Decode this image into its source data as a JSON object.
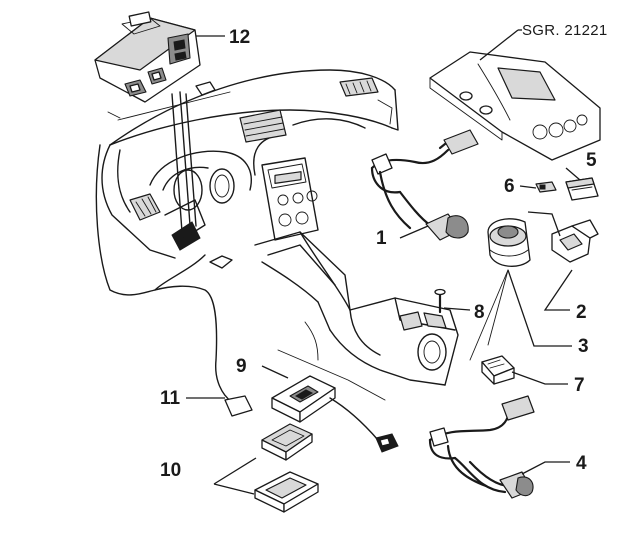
{
  "diagram": {
    "reference": "SGR. 21221",
    "callouts": [
      {
        "id": "1",
        "label": "1"
      },
      {
        "id": "2",
        "label": "2"
      },
      {
        "id": "3",
        "label": "3"
      },
      {
        "id": "4",
        "label": "4"
      },
      {
        "id": "5",
        "label": "5"
      },
      {
        "id": "6",
        "label": "6"
      },
      {
        "id": "7",
        "label": "7"
      },
      {
        "id": "8",
        "label": "8"
      },
      {
        "id": "9",
        "label": "9"
      },
      {
        "id": "10",
        "label": "10"
      },
      {
        "id": "11",
        "label": "11"
      },
      {
        "id": "12",
        "label": "12"
      }
    ]
  }
}
